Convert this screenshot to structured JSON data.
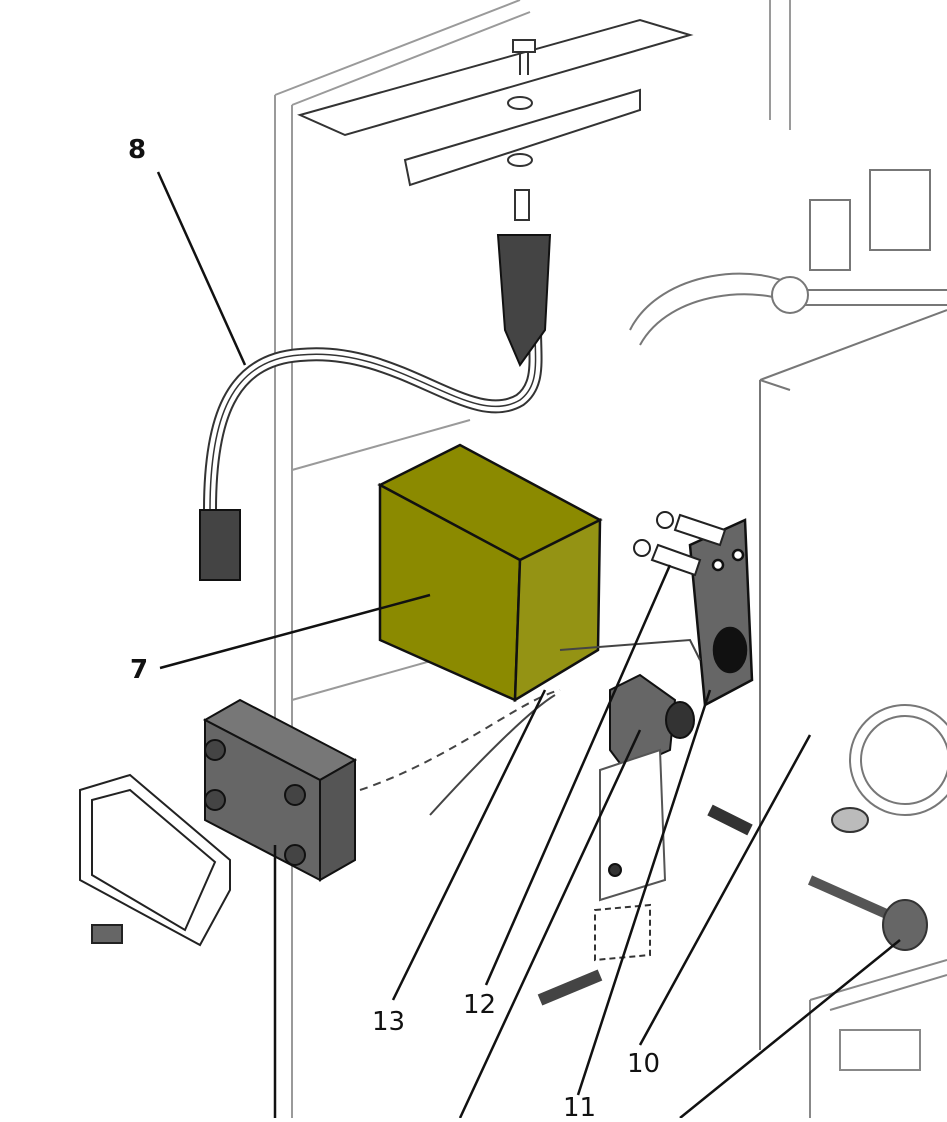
{
  "diagram": {
    "highlight_color": "#8b8a00",
    "callouts": [
      {
        "id": "8",
        "text": "8"
      },
      {
        "id": "7",
        "text": "7"
      },
      {
        "id": "13",
        "text": "13"
      },
      {
        "id": "12",
        "text": "12"
      },
      {
        "id": "10",
        "text": "10"
      },
      {
        "id": "11",
        "text": "11"
      }
    ]
  }
}
